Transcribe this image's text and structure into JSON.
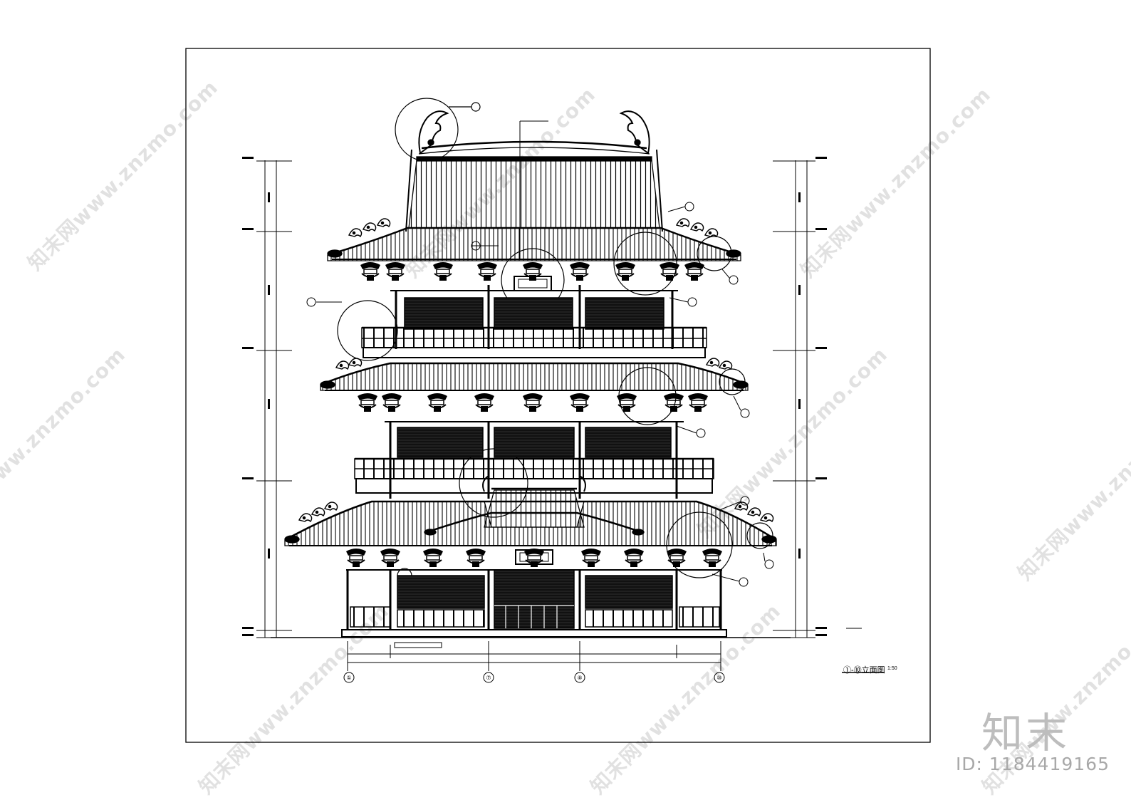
{
  "drawing": {
    "view_title": "①-⑩立面图",
    "scale": "1:50"
  },
  "brand": {
    "logo": "知末",
    "id_text": "ID: 1184419165",
    "watermark": "知末网www.znzmo.com"
  },
  "grid_axes": [
    "①",
    "⑦",
    "⑧",
    "⑩"
  ]
}
